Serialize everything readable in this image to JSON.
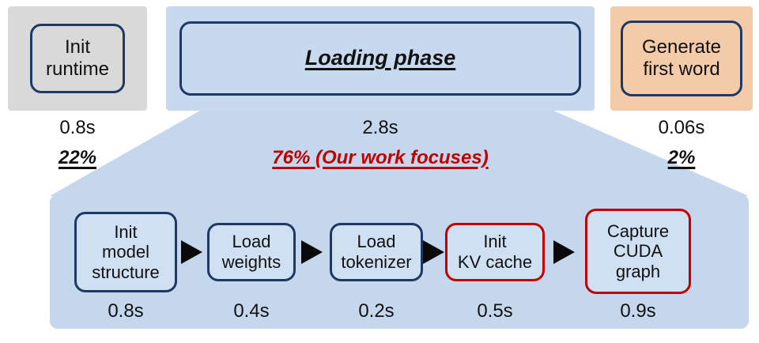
{
  "phases": [
    {
      "label": "Init\nruntime",
      "time": "0.8s",
      "percent": "22%"
    },
    {
      "label": "Loading phase",
      "time": "2.8s",
      "percent": "76% (Our work focuses)"
    },
    {
      "label": "Generate\nfirst word",
      "time": "0.06s",
      "percent": "2%"
    }
  ],
  "loading_steps": [
    {
      "label": "Init\nmodel\nstructure",
      "time": "0.8s"
    },
    {
      "label": "Load\nweights",
      "time": "0.4s"
    },
    {
      "label": "Load\ntokenizer",
      "time": "0.2s"
    },
    {
      "label": "Init\nKV cache",
      "time": "0.5s"
    },
    {
      "label": "Capture\nCUDA\ngraph",
      "time": "0.9s"
    }
  ],
  "colors": {
    "gray_bg": "#d9d9d9",
    "blue_bg": "#c7d9ef",
    "orange_bg": "#f4cba8",
    "panel_bg": "#c4d7ed",
    "stepbox_bg": "#cfe0f3",
    "navy_border": "#1f3864",
    "red_border": "#c00000",
    "red_text": "#c00000"
  }
}
